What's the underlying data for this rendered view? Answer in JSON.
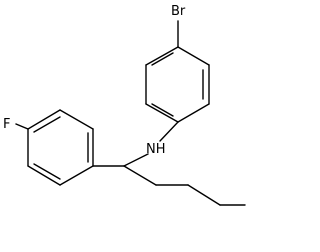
{
  "molecule": {
    "atoms": {
      "bromine": "Br",
      "fluorine": "F",
      "amine": "NH"
    }
  }
}
